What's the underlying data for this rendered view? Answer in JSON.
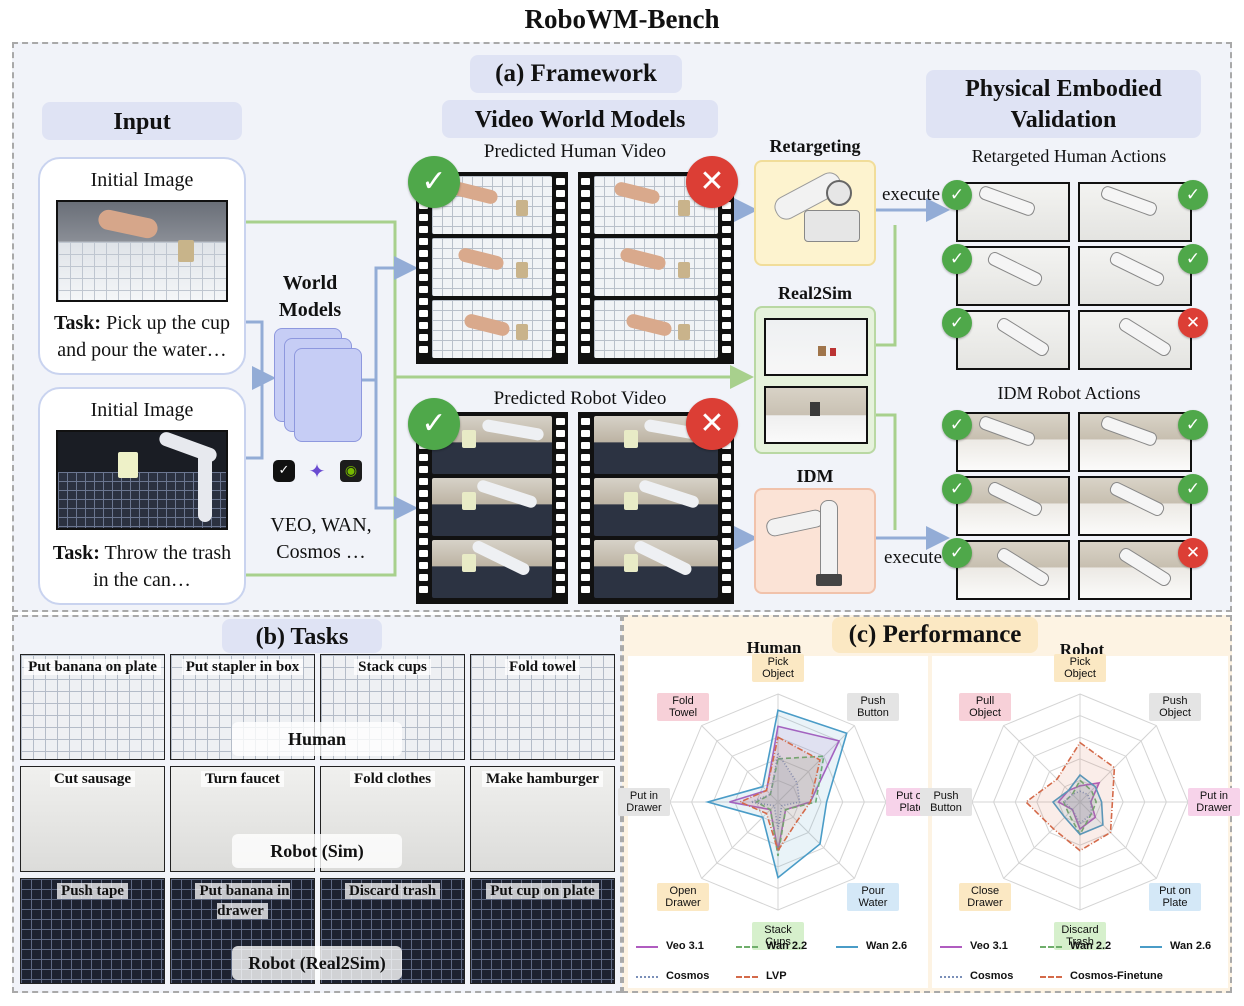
{
  "title": "RoboWM-Bench",
  "framework": {
    "section_title": "(a) Framework",
    "input_title": "Input",
    "vwm_title": "Video World Models",
    "pev_title": "Physical Embodied Validation",
    "human_input": {
      "image_label": "Initial Image",
      "task_bold": "Task:",
      "task_text": " Pick up the cup and pour the water…"
    },
    "robot_input": {
      "image_label": "Initial Image",
      "task_bold": "Task:",
      "task_text": " Throw the trash in the can…"
    },
    "world_models_label": "World Models",
    "world_models_examples": "VEO, WAN, Cosmos …",
    "predicted_human_video": "Predicted Human Video",
    "predicted_robot_video": "Predicted Robot Video",
    "retargeting_label": "Retargeting",
    "real2sim_label": "Real2Sim",
    "idm_label": "IDM",
    "execute_label": "execute",
    "retargeted_actions_label": "Retargeted Human Actions",
    "idm_actions_label": "IDM Robot Actions",
    "check_icon": "check-icon",
    "cross_icon": "cross-icon",
    "colors": {
      "check": "#4fa84a",
      "cross": "#dc3e35",
      "pill": "#dfe3f4",
      "green_arrow": "#a8d08d",
      "blue_arrow": "#93acd6",
      "retarget_bg": "#fdf3cf",
      "real2sim_bg": "#e6f2dc",
      "idm_bg": "#fbe3d6"
    }
  },
  "tasks": {
    "section_title": "(b) Tasks",
    "human_row_label": "Human",
    "sim_row_label": "Robot (Sim)",
    "real2sim_row_label": "Robot (Real2Sim)",
    "human": [
      "Put banana on plate",
      "Put stapler in box",
      "Stack cups",
      "Fold towel"
    ],
    "sim": [
      "Cut sausage",
      "Turn faucet",
      "Fold clothes",
      "Make hamburger"
    ],
    "real2sim": [
      "Push tape",
      "Put banana in drawer",
      "Discard trash",
      "Put cup on plate"
    ]
  },
  "performance": {
    "section_title": "(c) Performance",
    "human_chart_title": "Human",
    "robot_chart_title": "Robot",
    "human_axes": [
      "Pick Object",
      "Push Button",
      "Put on Plate",
      "Pour Water",
      "Stack Cups",
      "Open Drawer",
      "Put in Drawer",
      "Fold Towel"
    ],
    "robot_axes": [
      "Pick Object",
      "Push Object",
      "Put in Drawer",
      "Put on Plate",
      "Discard Trash",
      "Close Drawer",
      "Push Button",
      "Pull Object"
    ],
    "human_legend": [
      "Veo 3.1",
      "Wan 2.2",
      "Wan 2.6",
      "Cosmos",
      "LVP"
    ],
    "robot_legend": [
      "Veo 3.1",
      "Wan 2.2",
      "Wan 2.6",
      "Cosmos",
      "Cosmos-Finetune"
    ]
  },
  "chart_data": [
    {
      "type": "radar",
      "title": "Human",
      "categories": [
        "Pick Object",
        "Push Button",
        "Put on Plate",
        "Pour Water",
        "Stack Cups",
        "Open Drawer",
        "Put in Drawer",
        "Fold Towel"
      ],
      "rmax": 100,
      "series": [
        {
          "name": "Veo 3.1",
          "color": "#b05cc0",
          "dash": "",
          "values": [
            70,
            80,
            30,
            10,
            45,
            10,
            45,
            15
          ]
        },
        {
          "name": "Wan 2.2",
          "color": "#6fae6b",
          "dash": "5,3",
          "values": [
            40,
            60,
            35,
            10,
            50,
            10,
            20,
            10
          ]
        },
        {
          "name": "Wan 2.6",
          "color": "#4a9cc7",
          "dash": "",
          "values": [
            85,
            90,
            45,
            55,
            70,
            20,
            65,
            20
          ]
        },
        {
          "name": "Cosmos",
          "color": "#7a8fb8",
          "dash": "1,2",
          "values": [
            45,
            25,
            20,
            5,
            25,
            5,
            25,
            10
          ]
        },
        {
          "name": "LVP",
          "color": "#d46a4a",
          "dash": "6,2,1,2",
          "values": [
            60,
            55,
            30,
            25,
            45,
            15,
            35,
            15
          ]
        }
      ]
    },
    {
      "type": "radar",
      "title": "Robot",
      "categories": [
        "Pick Object",
        "Push Object",
        "Put in Drawer",
        "Put on Plate",
        "Discard Trash",
        "Close Drawer",
        "Push Button",
        "Pull Object"
      ],
      "rmax": 100,
      "series": [
        {
          "name": "Veo 3.1",
          "color": "#b05cc0",
          "dash": "",
          "values": [
            15,
            25,
            10,
            20,
            25,
            10,
            20,
            15
          ]
        },
        {
          "name": "Wan 2.2",
          "color": "#6fae6b",
          "dash": "5,3",
          "values": [
            20,
            15,
            15,
            15,
            30,
            15,
            15,
            10
          ]
        },
        {
          "name": "Wan 2.6",
          "color": "#4a9cc7",
          "dash": "",
          "values": [
            25,
            20,
            20,
            30,
            30,
            20,
            25,
            15
          ]
        },
        {
          "name": "Cosmos",
          "color": "#7a8fb8",
          "dash": "1,2",
          "values": [
            10,
            10,
            10,
            15,
            20,
            10,
            15,
            10
          ]
        },
        {
          "name": "Cosmos-Finetune",
          "color": "#d46a4a",
          "dash": "6,2,1,2",
          "values": [
            55,
            45,
            30,
            40,
            45,
            35,
            50,
            30
          ]
        }
      ]
    }
  ]
}
